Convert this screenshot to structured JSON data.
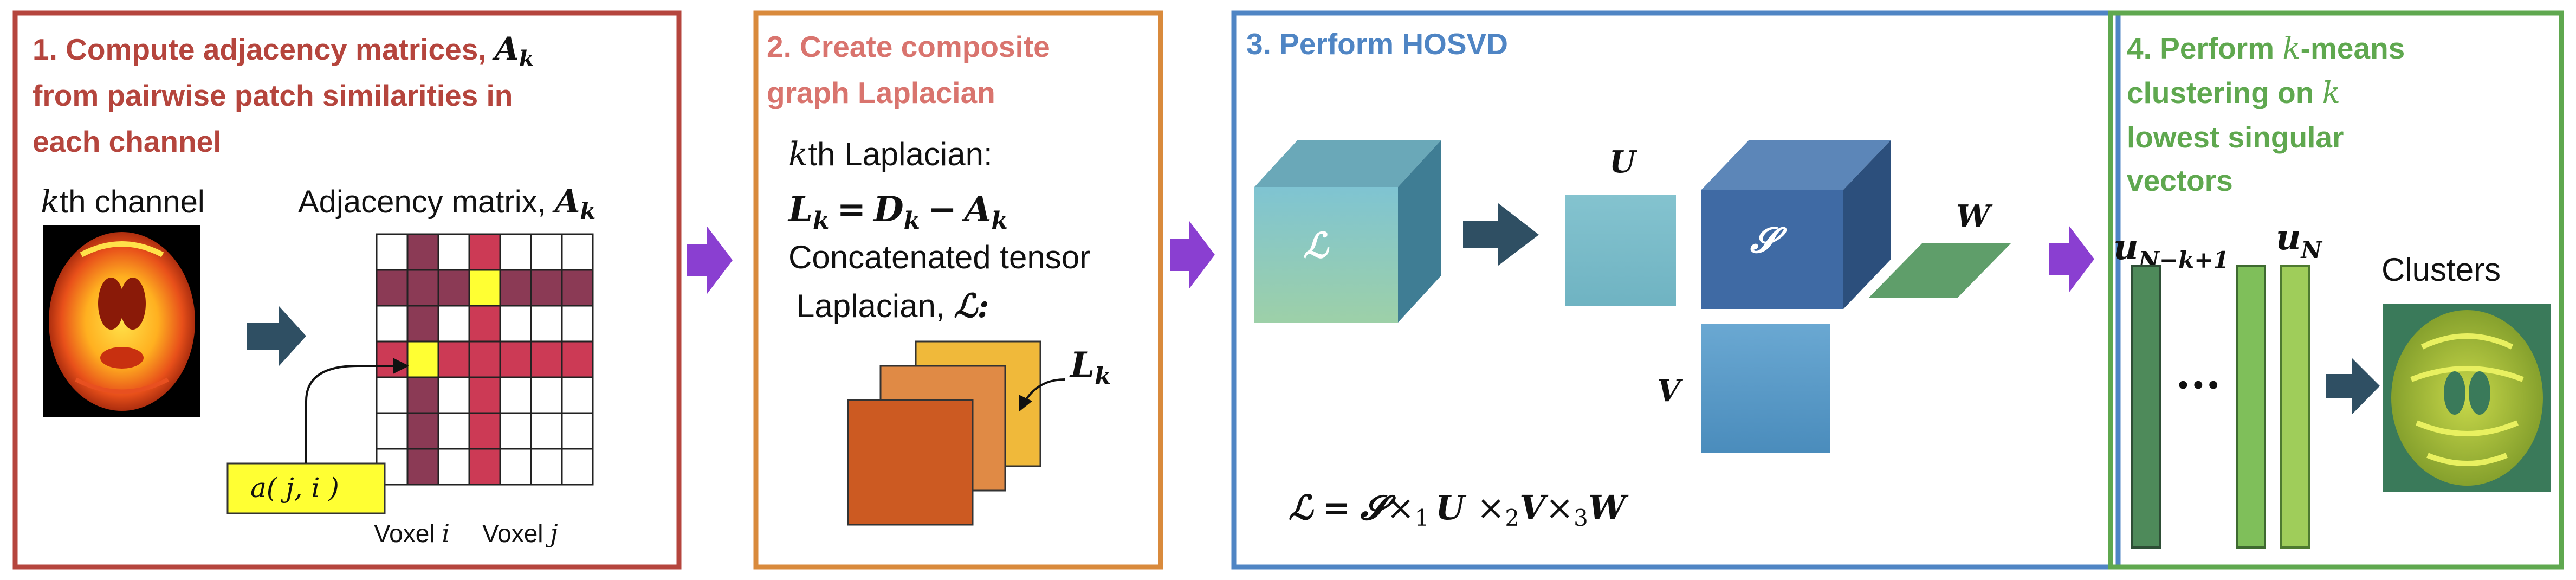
{
  "colors": {
    "panel1": "#b5453d",
    "panel2": "#d98a3c",
    "panel3": "#4f85c4",
    "panel4": "#5fa84f",
    "title1": "#b5453d",
    "title2": "#d9746e",
    "title3": "#4f85c4",
    "title4": "#5fa84f",
    "grid_maroon": "#8b3a55",
    "grid_red": "#cc3a55",
    "grid_yellow": "#ffff33",
    "purple_arrow": "#8a3fd1",
    "dark_arrow": "#2f4f63"
  },
  "panel1": {
    "step": "1.",
    "title_lines": [
      "Compute adjacency matrices,",
      "from pairwise patch similarities in",
      "each channel"
    ],
    "title_sym_base": "A",
    "title_sym_sub": "k",
    "channel_var": "k",
    "channel_label": "th channel",
    "matrix_label": "Adjacency matrix,",
    "matrix_sym_base": "A",
    "matrix_sym_sub": "k",
    "annotation": "a( j, i )",
    "voxel_i": "Voxel",
    "voxel_i_var": "i",
    "voxel_j": "Voxel",
    "voxel_j_var": "j"
  },
  "panel2": {
    "step": "2.",
    "title_lines": [
      "Create composite",
      "graph Laplacian"
    ],
    "line1_var": "k",
    "line1": "th Laplacian:",
    "eq_L": "L",
    "eq_D": "D",
    "eq_A": "A",
    "eq_sub": "k",
    "eq_equals": "=",
    "eq_minus": "−",
    "line3": "Concatenated tensor",
    "line4": "Laplacian,",
    "line4_sym": "ℒ:",
    "stack_label_base": "L",
    "stack_label_sub": "k"
  },
  "panel3": {
    "step": "3.",
    "title": "Perform HOSVD",
    "cube_L": "ℒ",
    "cube_S": "𝓢",
    "label_U": "U",
    "label_V": "V",
    "label_W": "W",
    "eq_L": "ℒ",
    "eq_eq": "=",
    "eq_S": "𝓢",
    "eq_x": "×",
    "eq_n1": "1",
    "eq_n2": "2",
    "eq_n3": "3",
    "eq_U": "U",
    "eq_V": "V",
    "eq_W": "W"
  },
  "panel4": {
    "step": "4.",
    "title_lines": [
      "Perform",
      "clustering on",
      "lowest singular",
      "vectors"
    ],
    "title_var_k": "k",
    "title_means": "-means",
    "label_u1_base": "u",
    "label_u1_sub": "N−k+1",
    "label_u2_base": "u",
    "label_u2_sub": "N",
    "ellipsis": "···",
    "clusters": "Clusters"
  }
}
